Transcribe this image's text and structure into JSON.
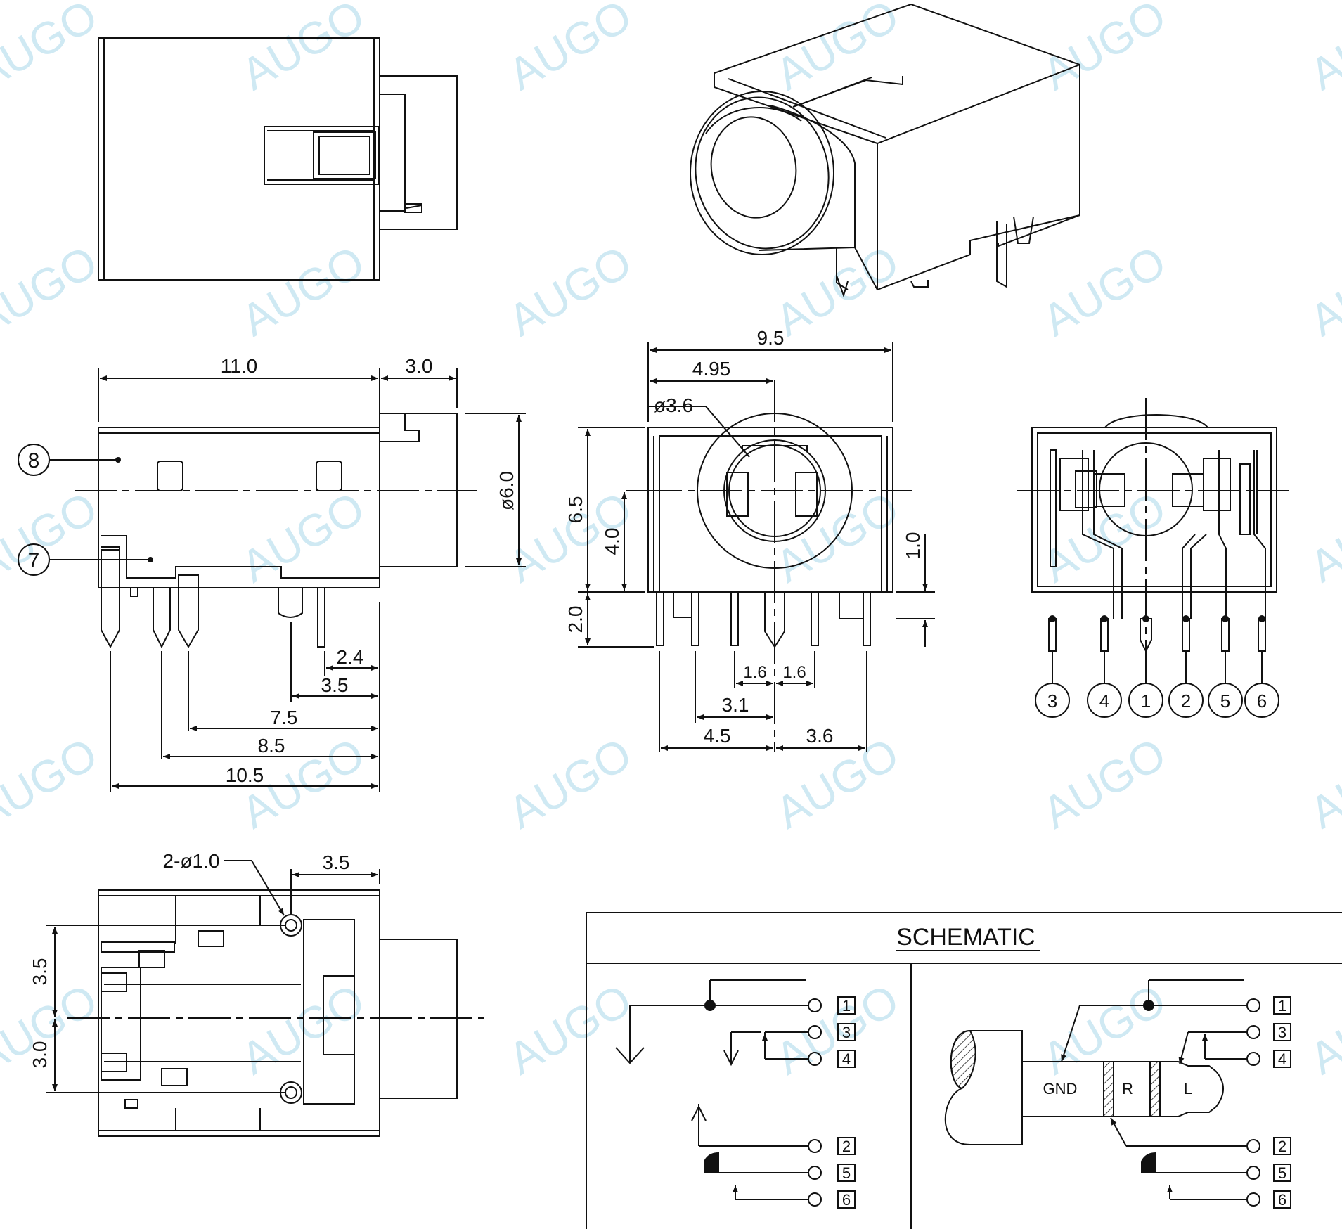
{
  "watermark": "AUGO",
  "side_view_dims": {
    "width_main": "11.0",
    "width_protrusion": "3.0",
    "diameter": "ø6.0",
    "d_2_4": "2.4",
    "d_3_5": "3.5",
    "d_7_5": "7.5",
    "d_8_5": "8.5",
    "d_10_5": "10.5",
    "callout_8": "8",
    "callout_7": "7"
  },
  "front_view_dims": {
    "width": "9.5",
    "center_offset": "4.95",
    "hole_diameter": "ø3.6",
    "height_total": "6.5",
    "center_height": "4.0",
    "pin_length": "2.0",
    "standoff": "1.0",
    "pin_left_1_6": "1.6",
    "pin_right_1_6": "1.6",
    "pin_3_1": "3.1",
    "pin_4_5": "4.5",
    "pin_3_6": "3.6"
  },
  "bottom_view_dims": {
    "holes": "2-ø1.0",
    "offset_3_5": "3.5",
    "upper_3_5": "3.5",
    "lower_3_0": "3.0"
  },
  "pin_numbers": [
    "3",
    "4",
    "1",
    "2",
    "5",
    "6"
  ],
  "schematic": {
    "title": "SCHEMATIC",
    "left_pins_top": [
      "1",
      "3",
      "4"
    ],
    "left_pins_bottom": [
      "2",
      "5",
      "6"
    ],
    "right_pins_top": [
      "1",
      "3",
      "4"
    ],
    "right_pins_bottom": [
      "2",
      "5",
      "6"
    ],
    "plug_labels": {
      "gnd": "GND",
      "r": "R",
      "l": "L"
    }
  }
}
